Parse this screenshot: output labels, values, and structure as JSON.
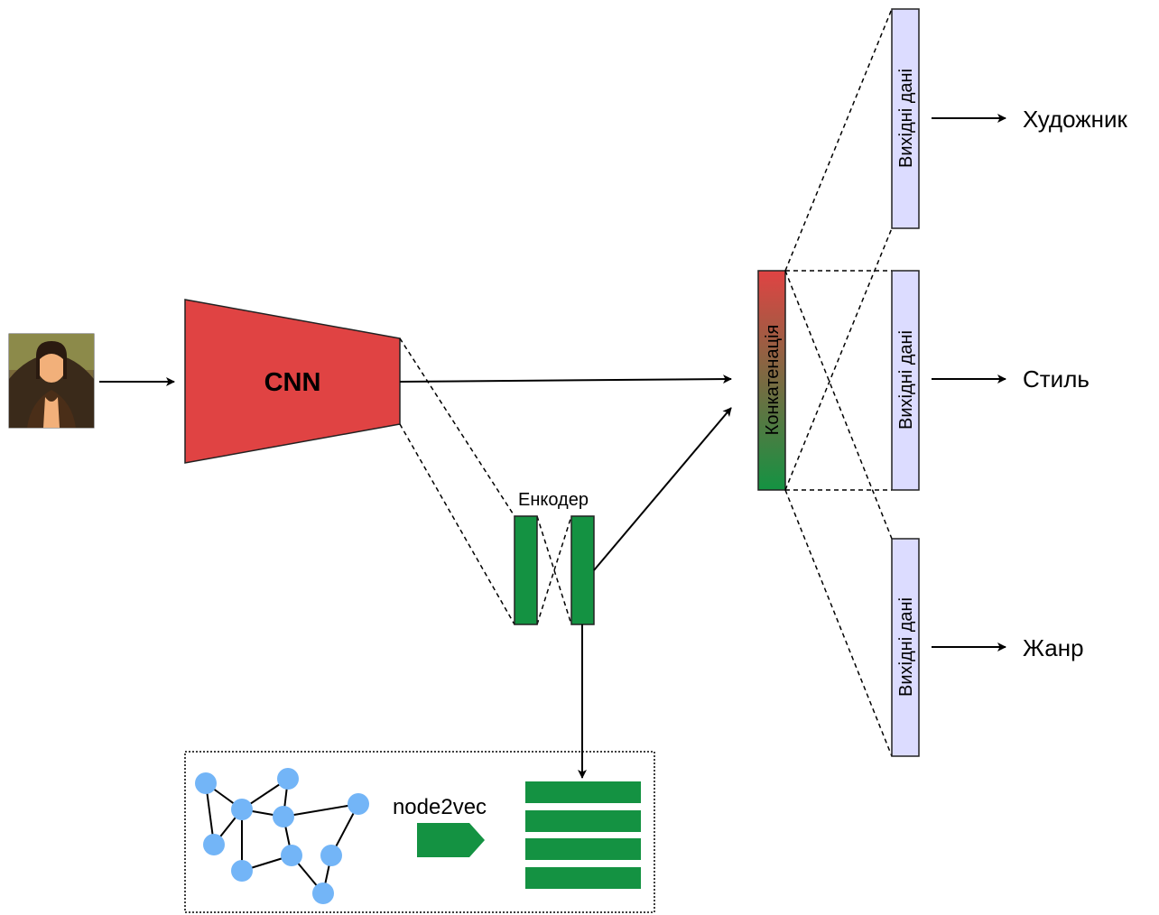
{
  "nodes": {
    "input_image": {
      "icon": "mona-lisa-painting-icon"
    },
    "cnn": {
      "label": "CNN",
      "color": "#e04343"
    },
    "encoder": {
      "label": "Енкодер",
      "color": "#149242"
    },
    "concat": {
      "label": "Конкатенація",
      "color_top": "#e04343",
      "color_bottom": "#149242"
    },
    "outputs": [
      {
        "block_label": "Вихідні дані",
        "target": "Художник"
      },
      {
        "block_label": "Вихідні дані",
        "target": "Стиль"
      },
      {
        "block_label": "Вихідні дані",
        "target": "Жанр"
      }
    ],
    "output_color": "#dcdcff",
    "graph_panel": {
      "method_label": "node2vec",
      "node_color": "#73b5f7",
      "embedding_color": "#149242"
    }
  }
}
